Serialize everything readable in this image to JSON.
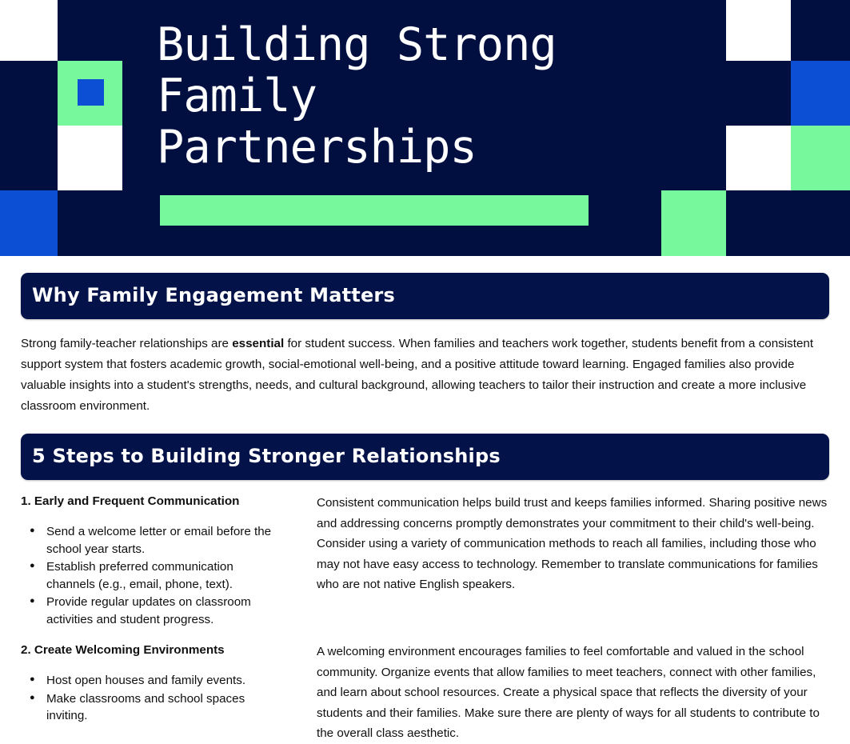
{
  "hero": {
    "title": "Building Strong\nFamily\nPartnerships",
    "accent_bar_color": "#78f89c",
    "background_color": "#000f40",
    "blue_color": "#0d4fd4",
    "white_color": "#ffffff"
  },
  "sections": [
    {
      "heading": "Why Family Engagement Matters",
      "intro_before_bold": "Strong family-teacher relationships are ",
      "intro_bold": "essential",
      "intro_after_bold": " for student success. When families and teachers work together, students benefit from a consistent support system that fosters academic growth, social-emotional well-being, and a positive attitude toward learning. Engaged families also provide valuable insights into a student's strengths, needs, and cultural background, allowing teachers to tailor their instruction and create a more inclusive classroom environment."
    },
    {
      "heading": "5 Steps to Building Stronger Relationships"
    }
  ],
  "steps": [
    {
      "title": "1. Early and Frequent Communication",
      "bullets": [
        "Send a welcome letter or email before the school year starts.",
        "Establish preferred communication channels (e.g., email, phone, text).",
        "Provide regular updates on classroom activities and student progress."
      ],
      "description": "Consistent communication helps build trust and keeps families informed. Sharing positive news and addressing concerns promptly demonstrates your commitment to their child's well-being. Consider using a variety of communication methods to reach all families, including those who may not have easy access to technology. Remember to translate communications for families who are not native English speakers."
    },
    {
      "title": "2. Create Welcoming Environments",
      "bullets": [
        "Host open houses and family events.",
        "Make classrooms and school spaces inviting."
      ],
      "description": "A welcoming environment encourages families to feel comfortable and valued in the school community. Organize events that allow families to meet teachers, connect with other families, and learn about school resources. Create a physical space that reflects the diversity of your students and their families. Make sure there are plenty of ways for all students to contribute to the overall class aesthetic."
    }
  ]
}
